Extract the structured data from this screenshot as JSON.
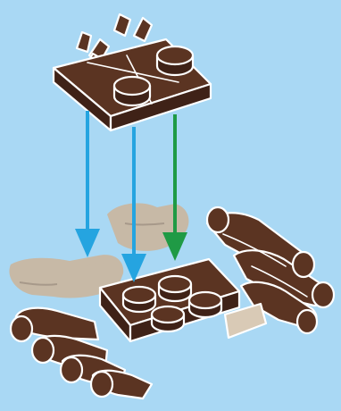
{
  "scene": {
    "background_color": "#a9d8f4",
    "brick_color": "#5b3422",
    "brick_dark_color": "#3f2217",
    "outline_color": "#ffffff",
    "ghost_color": "#c7b9a6",
    "ghost_dark_color": "#a7998a",
    "base_block_color": "#d9cab6",
    "arrow_colors": [
      "#25a4e0",
      "#25a4e0",
      "#1f9a45"
    ],
    "parts": [
      "plate-with-clips-2x2",
      "bone-assembly",
      "ghost-bone-assembly"
    ],
    "arrow_count": 3
  }
}
